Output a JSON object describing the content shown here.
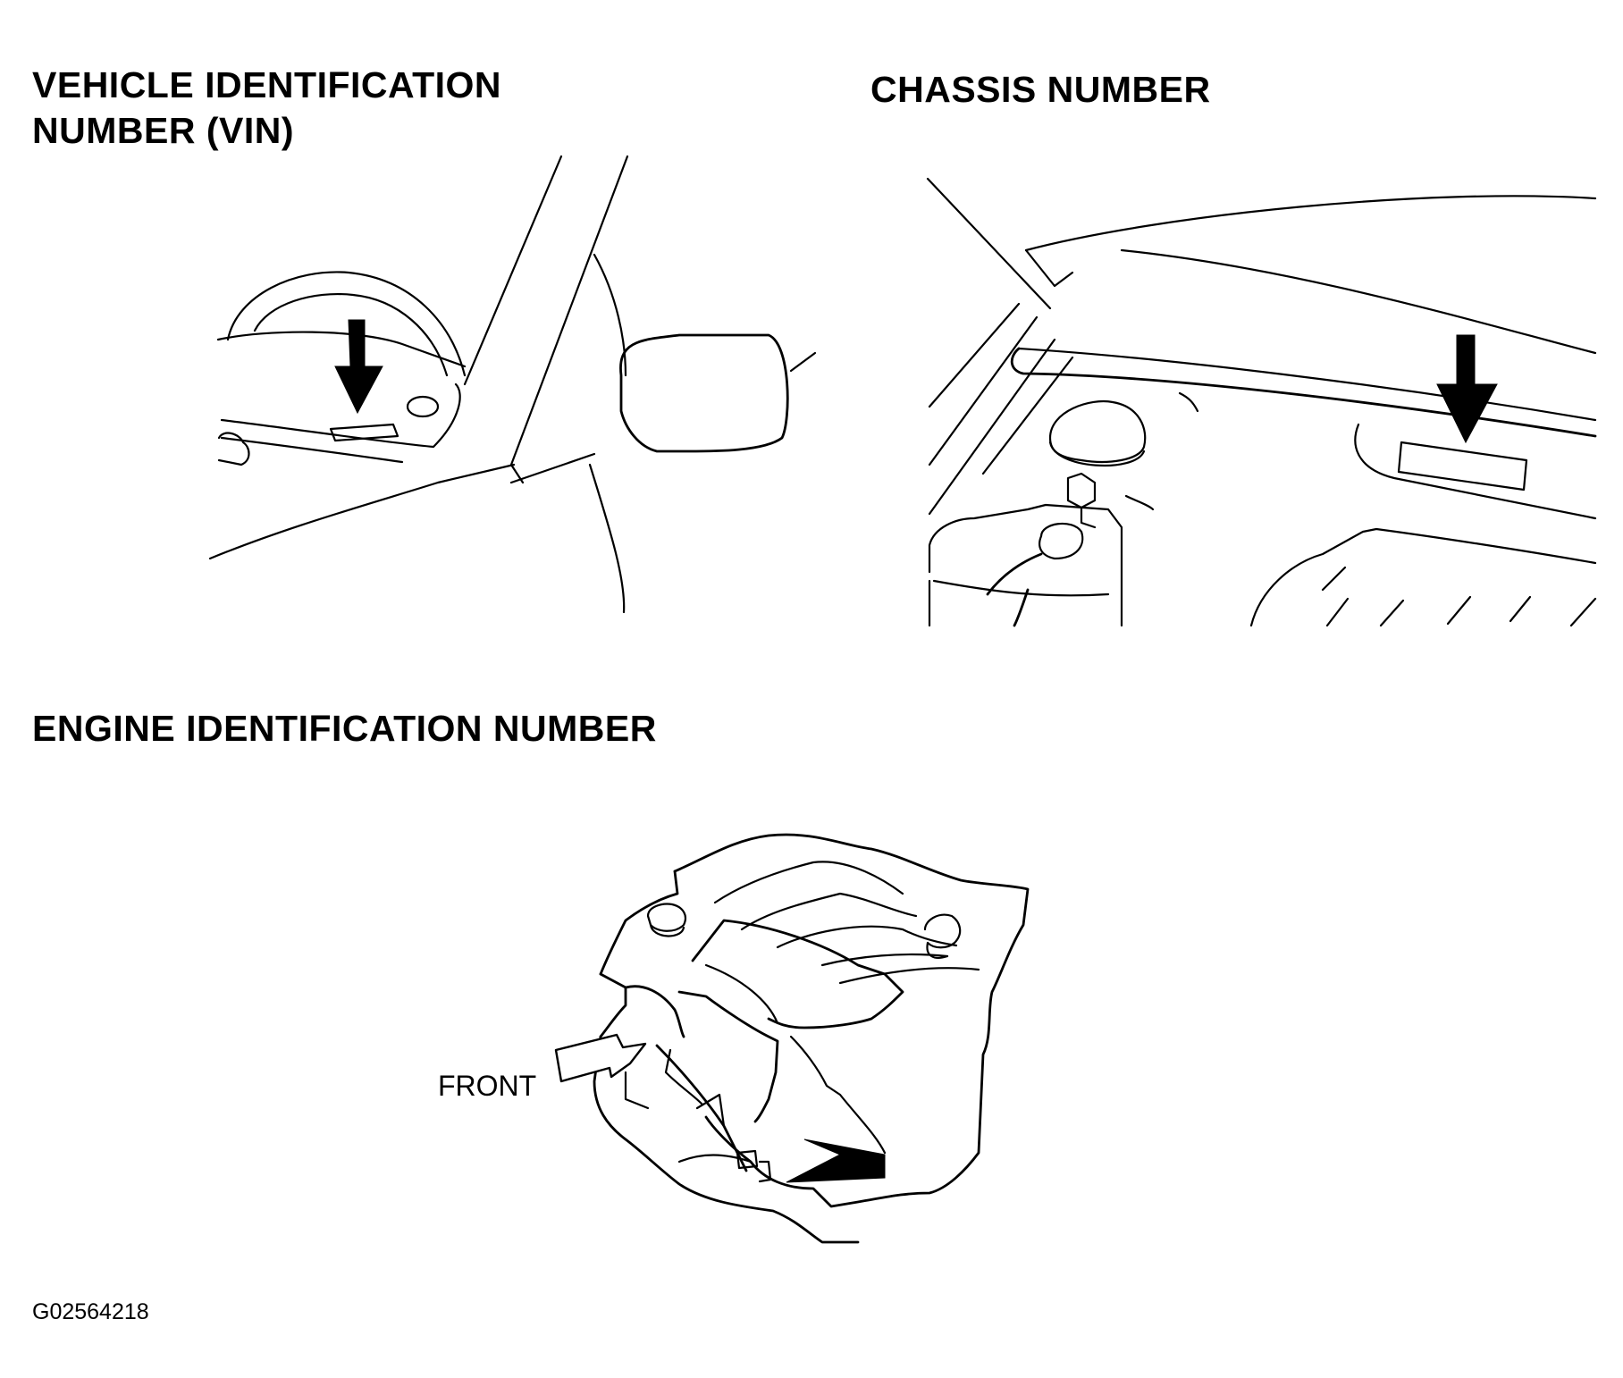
{
  "panels": {
    "vin": {
      "title_line1": "VEHICLE IDENTIFICATION",
      "title_line2": "NUMBER (VIN)"
    },
    "chassis": {
      "title": "CHASSIS NUMBER"
    },
    "engine": {
      "title": "ENGINE IDENTIFICATION NUMBER",
      "direction_label": "FRONT"
    }
  },
  "figure_id": "G02564218",
  "icons": {
    "vin_pointer": "arrow-down-icon",
    "chassis_pointer": "arrow-down-icon",
    "engine_pointer": "arrow-left-icon",
    "front_direction": "hollow-arrow-left-icon"
  }
}
